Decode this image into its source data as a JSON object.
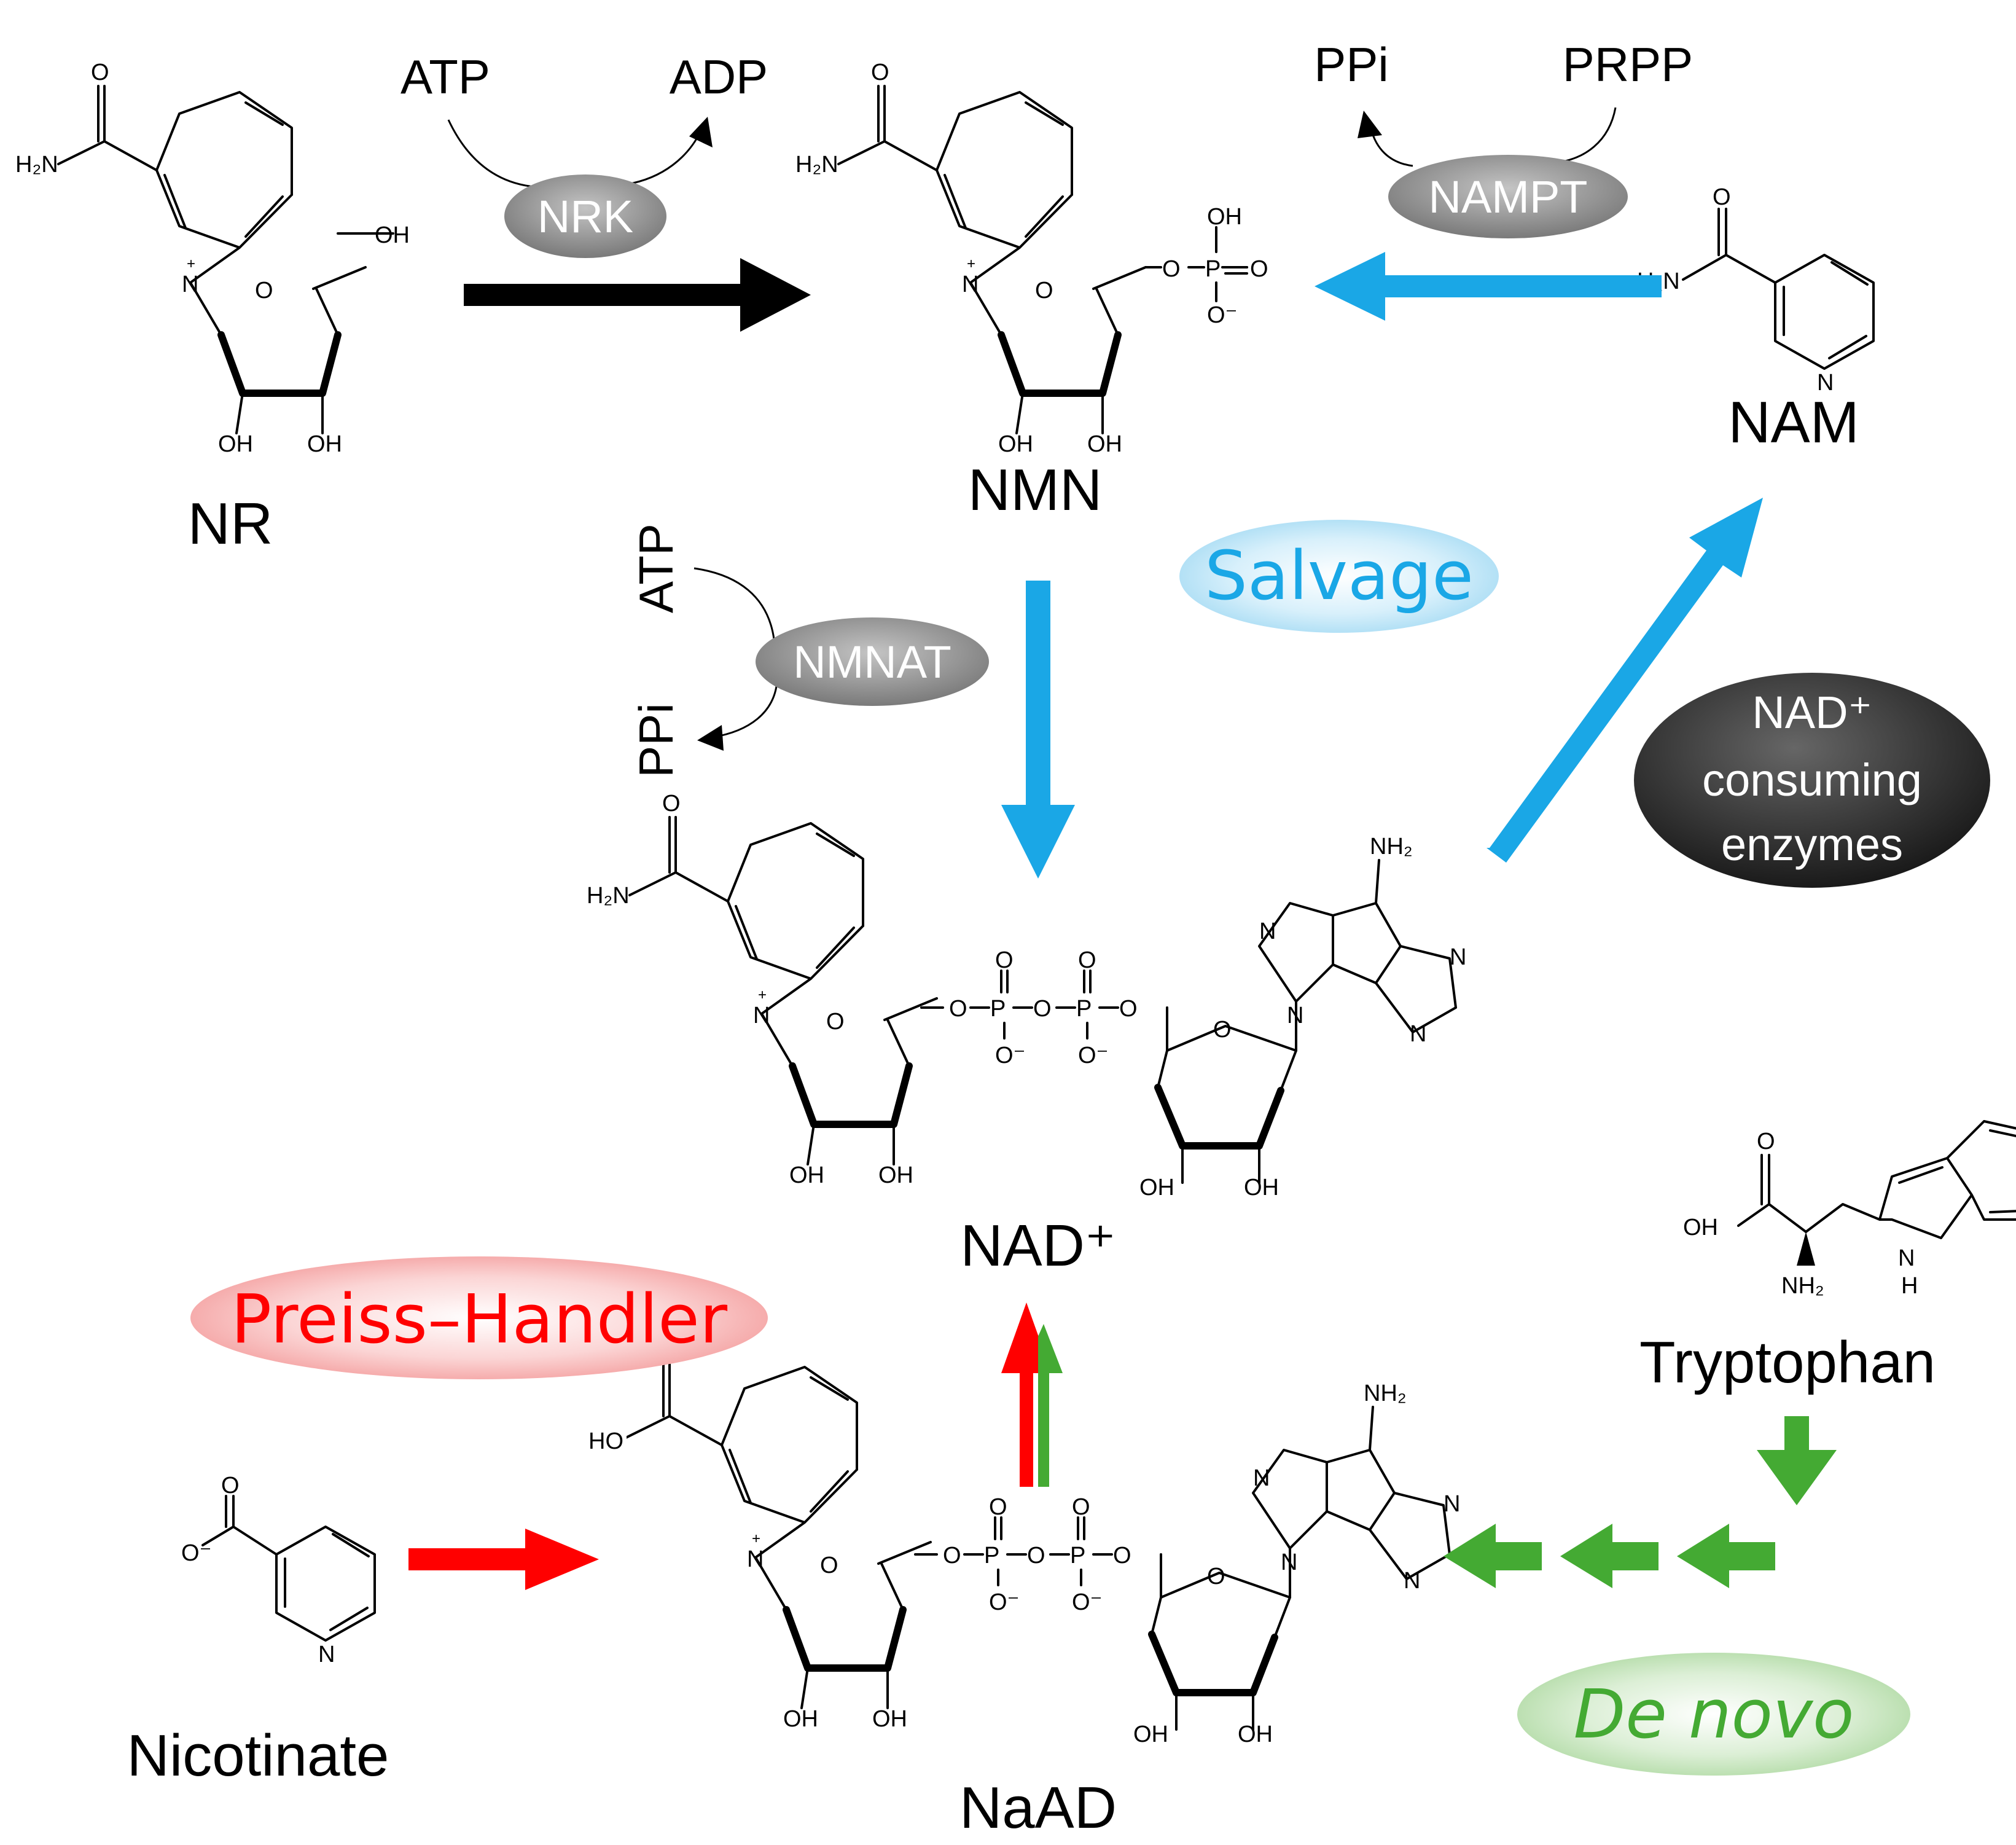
{
  "colors": {
    "salvage": "#1aa7e6",
    "preiss_handler": "#ff0000",
    "de_novo": "#44aa33",
    "main_arrow": "#000000",
    "enzyme_fill": "#8a8a8a",
    "consuming_fill": "#333333"
  },
  "molecules": {
    "nr": "NR",
    "nmn": "NMN",
    "nam": "NAM",
    "nad": "NAD⁺",
    "naad": "NaAD",
    "nicotinate": "Nicotinate",
    "tryptophan": "Tryptophan"
  },
  "cofactors": {
    "nrk_in": "ATP",
    "nrk_out": "ADP",
    "nampt_out": "PPi",
    "nampt_in": "PRPP",
    "nmnat_in": "ATP",
    "nmnat_out": "PPi"
  },
  "enzymes": {
    "nrk": "NRK",
    "nampt": "NAMPT",
    "nmnat": "NMNAT",
    "consuming_line1": "NAD⁺",
    "consuming_line2": "consuming",
    "consuming_line3": "enzymes"
  },
  "pathways": {
    "salvage": "Salvage",
    "preiss_handler": "Preiss–Handler",
    "de_novo": "De novo"
  },
  "atoms": {
    "o": "O",
    "n": "N",
    "h2n": "H₂N",
    "nh2": "NH₂",
    "oh": "OH",
    "ho": "HO",
    "h": "H",
    "p": "P",
    "o_minus": "O⁻",
    "plus": "+"
  }
}
